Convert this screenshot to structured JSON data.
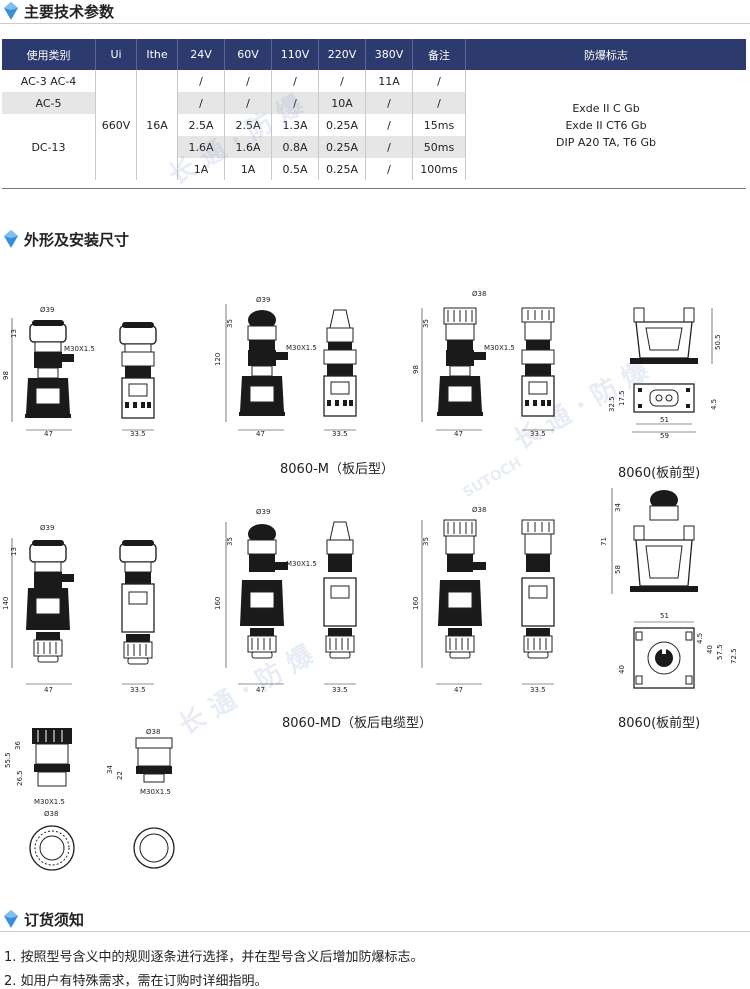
{
  "sections": {
    "specs": "主要技术参数",
    "dimensions": "外形及安装尺寸",
    "ordering": "订货须知"
  },
  "table": {
    "headers": [
      "使用类别",
      "Ui",
      "Ithe",
      "24V",
      "60V",
      "110V",
      "220V",
      "380V",
      "备注",
      "防爆标志"
    ],
    "ui": "660V",
    "ithe": "16A",
    "rows": [
      {
        "cat": "AC-3   AC-4",
        "v24": "/",
        "v60": "/",
        "v110": "/",
        "v220": "/",
        "v380": "11A",
        "note": "/"
      },
      {
        "cat": "AC-5",
        "v24": "/",
        "v60": "/",
        "v110": "/",
        "v220": "10A",
        "v380": "/",
        "note": "/"
      },
      {
        "cat": "",
        "v24": "2.5A",
        "v60": "2.5A",
        "v110": "1.3A",
        "v220": "0.25A",
        "v380": "/",
        "note": "15ms"
      },
      {
        "cat": "DC-13",
        "v24": "1.6A",
        "v60": "1.6A",
        "v110": "0.8A",
        "v220": "0.25A",
        "v380": "/",
        "note": "50ms"
      },
      {
        "cat": "",
        "v24": "1A",
        "v60": "1A",
        "v110": "0.5A",
        "v220": "0.25A",
        "v380": "/",
        "note": "100ms"
      }
    ],
    "ex_marks": [
      "Exde II C Gb",
      "Exde II CT6 Gb",
      "DIP A20 TA, T6 Gb"
    ]
  },
  "captions": {
    "m": "8060-M（板后型）",
    "front1": "8060(板前型)",
    "md": "8060-MD（板后电缆型）",
    "front2": "8060(板前型)"
  },
  "dims": {
    "d39": "Ø39",
    "d38": "Ø38",
    "m30": "M30X1.5",
    "m30b": "M30X1.5",
    "w47": "47",
    "w335": "33.5",
    "h98": "98",
    "h120": "120",
    "h140": "140",
    "h160": "160",
    "h13": "13",
    "h35": "35",
    "h505": "50.5",
    "h325": "32.5",
    "h175": "17.5",
    "h45": "4.5",
    "w51": "51",
    "w59": "59",
    "h34": "34",
    "h58": "58",
    "h71": "71",
    "h40": "40",
    "h575": "57.5",
    "h725": "72.5",
    "h555": "55.5",
    "h36": "36",
    "h265": "26.5",
    "h22": "22"
  },
  "watermark": "长 通 · 防 爆",
  "watermark_en": "SUTOCH",
  "notes": [
    "1. 按照型号含义中的规则逐条进行选择，并在型号含义后增加防爆标志。",
    "2. 如用户有特殊需求，需在订购时详细指明。"
  ]
}
